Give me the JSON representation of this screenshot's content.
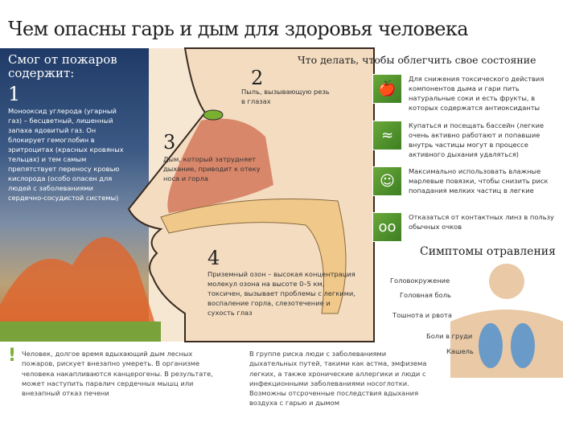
{
  "title": "Чем опасны гарь и дым для здоровья человека",
  "smog": {
    "title": "Смог от пожаров содержит:",
    "number": "1",
    "text": "Монооксид углерода (угарный газ) – бесцветный, лишенный запаха ядовитый газ. Он блокирует гемоглобин в эритроцитах (красных кровяных тельцах) и тем самым препятствует переносу кровью кислорода (особо опасен для людей с заболеваниями сердечно-сосудистой системы)"
  },
  "points": [
    {
      "number": "2",
      "text": "Пыль, вызывающую резь в глазах"
    },
    {
      "number": "3",
      "text": "Дым, который затрудняет дыхание, приводит к отеку носа и горла"
    },
    {
      "number": "4",
      "text": "Приземный озон – высокая концентрация молекул озона на высоте 0–5 км, токсичен, вызывает проблемы с легкими, воспаление горла, слезотечение и сухость глаз"
    }
  ],
  "tips": {
    "title": "Что делать, чтобы облегчить свое состояние",
    "items": [
      {
        "icon": "juice-apple-icon",
        "text": "Для снижения токсического действия компонентов дыма и гари пить натуральные соки и есть фрукты, в которых содержатся антиоксиданты"
      },
      {
        "icon": "swimmer-icon",
        "text": "Купаться и посещать бассейн (легкие очень активно работают и попавшие внутрь частицы могут в процессе активного дыхания удаляться)"
      },
      {
        "icon": "face-mask-icon",
        "text": "Максимально использовать влажные марлевые повязки, чтобы снизить риск попадания мелких частиц в легкие"
      },
      {
        "icon": "glasses-icon",
        "text": "Отказаться от контактных линз в пользу обычных очков"
      }
    ]
  },
  "symptoms": {
    "title": "Симптомы отравления",
    "items": [
      "Головокружение",
      "Головная боль",
      "Тошнота и рвота",
      "Боли в груди",
      "Кашель"
    ]
  },
  "bottom": {
    "left": "Человек, долгое время вдыхающий дым лесных пожаров, рискует внезапно умереть. В организме человека накапливаются канцерогены. В результате, может наступить паралич сердечных мышц или внезапный отказ печени",
    "right": "В группе риска люди с заболеваниями дыхательных путей, такими как астма, эмфизема легких, а также хронические аллергики и люди с инфекционными заболеваниями носоглотки. Возможны отсроченные последствия вдыхания воздуха с гарью и дымом"
  },
  "colors": {
    "accent": "#5a9a2e",
    "sky": "#1f3a66",
    "skin": "#f3dcc0",
    "nasal": "#d9876a"
  }
}
